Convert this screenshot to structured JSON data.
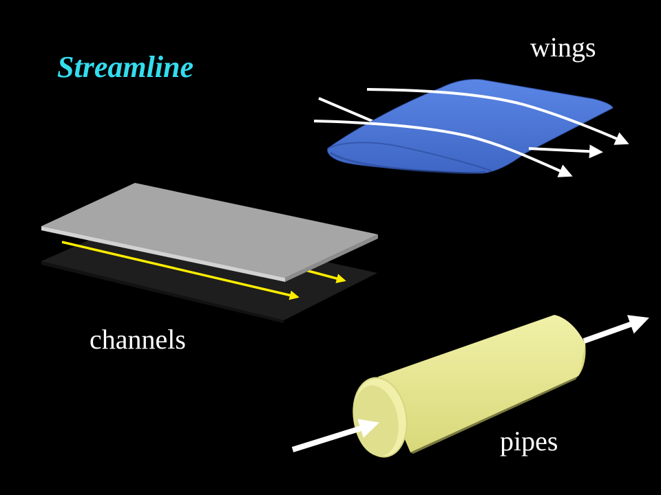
{
  "slide": {
    "title": "Streamline",
    "labels": {
      "wings": "wings",
      "channels": "channels",
      "pipes": "pipes"
    }
  },
  "colors": {
    "background": "#000000",
    "title": "#33ddee",
    "label": "#ffffff",
    "wing": "#4a78d8",
    "channel_top_plate": "#a6a6a6",
    "channel_bottom_plate": "#1e1e1e",
    "channel_arrows": "#ffee00",
    "pipe": "#e8e890",
    "streamline_arrows": "#ffffff"
  }
}
